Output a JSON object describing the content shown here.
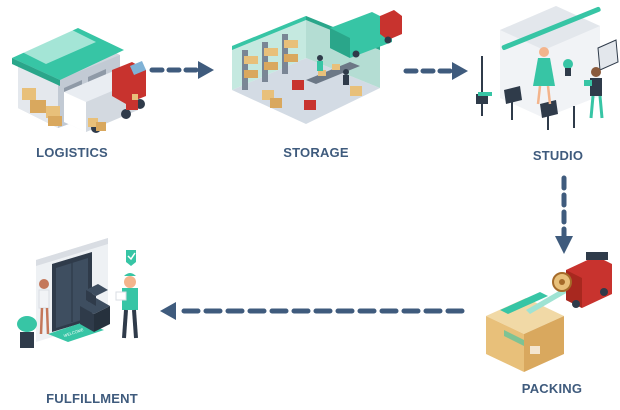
{
  "stages": [
    {
      "id": "logistics",
      "label": "LOGISTICS"
    },
    {
      "id": "storage",
      "label": "STORAGE"
    },
    {
      "id": "studio",
      "label": "STUDIO"
    },
    {
      "id": "packing",
      "label": "PACKING"
    },
    {
      "id": "fulfillment",
      "label": "FULFILLMENT"
    }
  ],
  "illustrations": {
    "warehouse": {
      "sign_text": ""
    },
    "fulfillment": {
      "mat_text": "WELCOME"
    }
  },
  "colors": {
    "arrow": "#3f5b7d",
    "label": "#3f5b7d",
    "teal": "#37c5a5",
    "box": "#e8c07a",
    "truck_red": "#c8332e",
    "wall_gray": "#d9dde3"
  }
}
